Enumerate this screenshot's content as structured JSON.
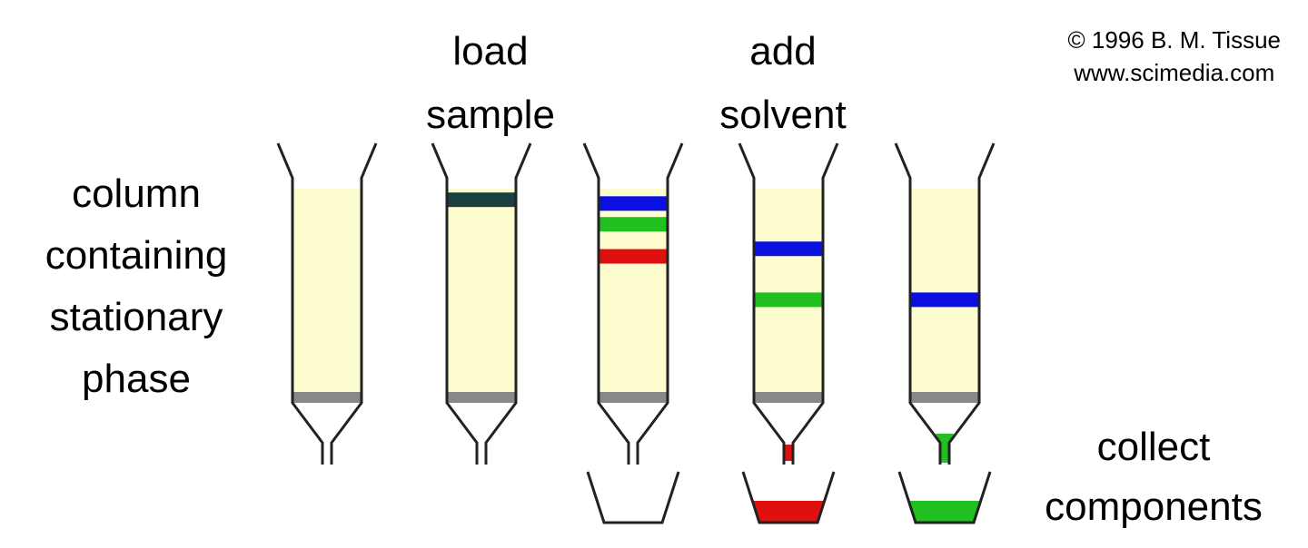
{
  "labels": {
    "column": [
      "column",
      "containing",
      "stationary",
      "phase"
    ],
    "load": [
      "load",
      "sample"
    ],
    "solvent": [
      "add",
      "solvent"
    ],
    "collect": [
      "collect",
      "components"
    ]
  },
  "copyright": {
    "line1": "© 1996 B. M. Tissue",
    "line2": "www.scimedia.com"
  },
  "colors": {
    "stationary_phase": "#fdfdd0",
    "outline": "#222222",
    "frit": "#888888",
    "sample": "#1a4040",
    "blue": "#0a10e0",
    "green": "#20c020",
    "red": "#e01010"
  },
  "columns": [
    {
      "name": "column-1-empty",
      "fill_top_fraction": 0.0,
      "bands": [],
      "outlet": null,
      "collected": null
    },
    {
      "name": "column-2-loaded",
      "fill_top_fraction": 0.0,
      "bands": [
        {
          "color": "sample",
          "pos": 0.02
        }
      ],
      "outlet": null,
      "collected": null
    },
    {
      "name": "column-3-separating",
      "fill_top_fraction": 0.0,
      "bands": [
        {
          "color": "blue",
          "pos": 0.04
        },
        {
          "color": "green",
          "pos": 0.15
        },
        {
          "color": "red",
          "pos": 0.32
        }
      ],
      "outlet": null,
      "collected": "empty"
    },
    {
      "name": "column-4-red-eluting",
      "fill_top_fraction": 0.0,
      "bands": [
        {
          "color": "blue",
          "pos": 0.28
        },
        {
          "color": "green",
          "pos": 0.55
        }
      ],
      "outlet": "red",
      "collected": "red"
    },
    {
      "name": "column-5-green-eluting",
      "fill_top_fraction": 0.0,
      "bands": [
        {
          "color": "blue",
          "pos": 0.55
        }
      ],
      "outlet": "green",
      "collected": "green"
    }
  ]
}
